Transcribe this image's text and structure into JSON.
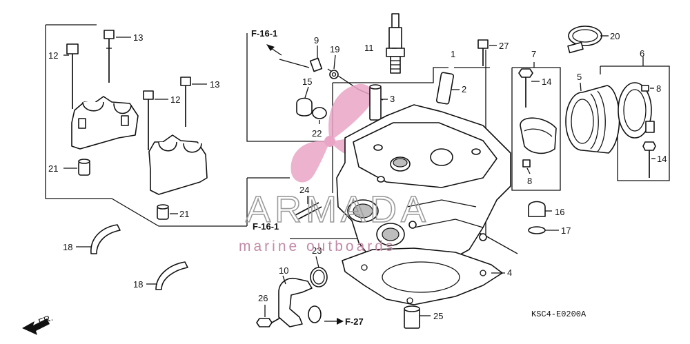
{
  "diagram": {
    "callouts": [
      "1",
      "2",
      "3",
      "4",
      "5",
      "6",
      "7",
      "8",
      "8",
      "9",
      "10",
      "11",
      "12",
      "12",
      "13",
      "13",
      "14",
      "14",
      "15",
      "16",
      "17",
      "18",
      "18",
      "19",
      "20",
      "21",
      "21",
      "22",
      "23",
      "24",
      "25",
      "26",
      "27"
    ],
    "refs": {
      "f16_top": "F-16-1",
      "f16_mid": "F-16-1",
      "f27": "F-27"
    },
    "front_marker": "FR.",
    "code": "KSC4-E0200A"
  },
  "watermark": {
    "title": "ARMADA",
    "subtitle": "marine outboards"
  }
}
